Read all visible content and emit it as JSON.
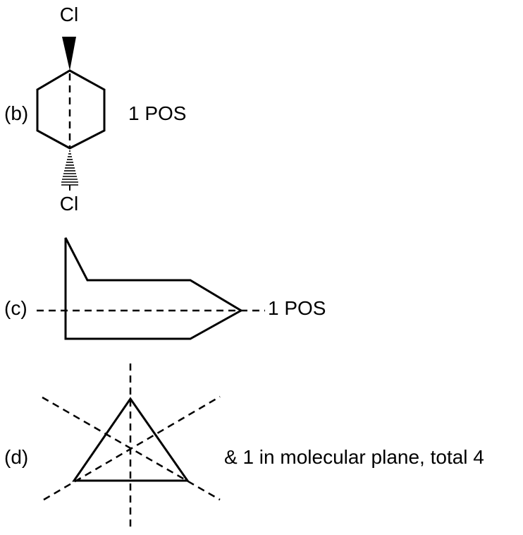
{
  "panel_b": {
    "label": "(b)",
    "annotation": "1 POS",
    "top_atom": "Cl",
    "bottom_atom": "Cl"
  },
  "panel_c": {
    "label": "(c)",
    "annotation": "1 POS"
  },
  "panel_d": {
    "label": "(d)",
    "annotation": "& 1 in molecular plane, total 4"
  },
  "colors": {
    "ink": "#000000",
    "background": "#ffffff"
  }
}
